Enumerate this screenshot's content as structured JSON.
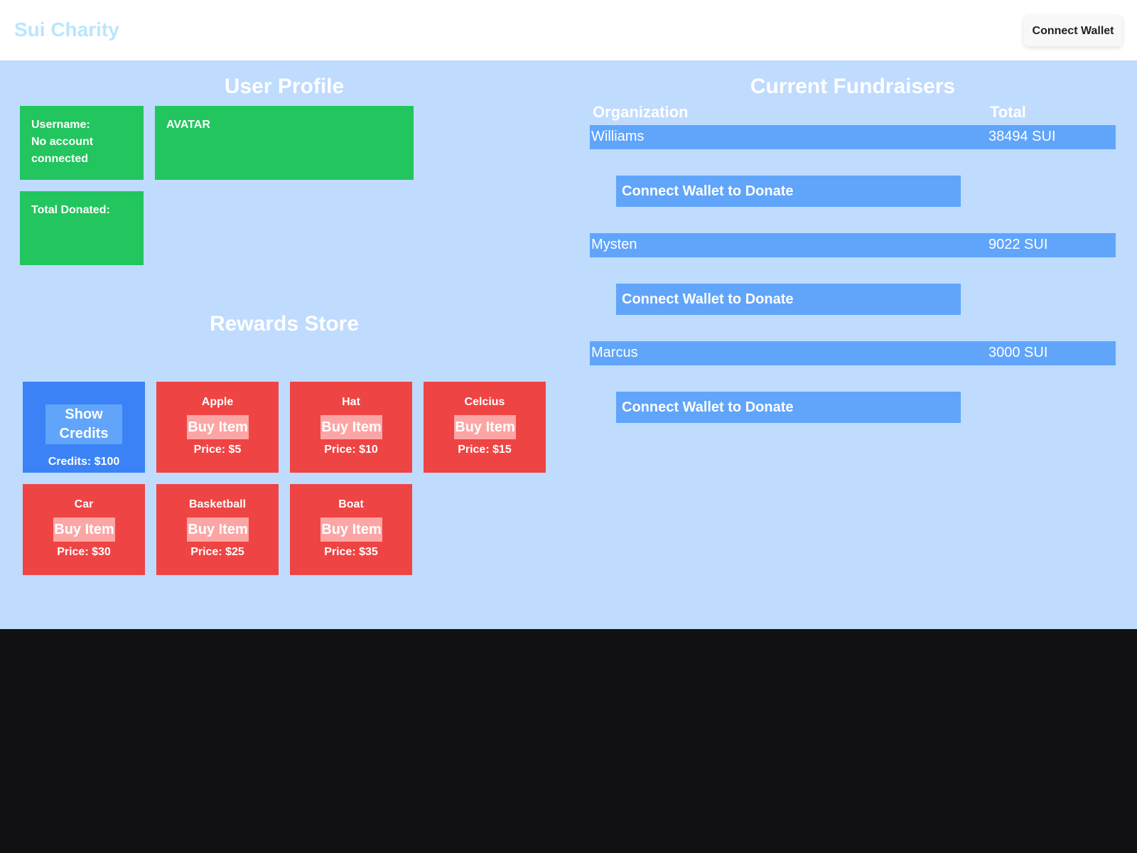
{
  "header": {
    "brand": "Sui Charity",
    "connect_wallet_label": "Connect Wallet"
  },
  "profile": {
    "title": "User Profile",
    "username_label": "Username:",
    "username_value": "No account connected",
    "avatar_label": "AVATAR",
    "total_donated_label": "Total Donated:"
  },
  "store": {
    "title": "Rewards Store",
    "show_credits_label": "Show Credits",
    "credits_text": "Credits: $100",
    "items": [
      {
        "name": "Apple",
        "buy_label": "Buy Item",
        "price": "Price: $5"
      },
      {
        "name": "Hat",
        "buy_label": "Buy Item",
        "price": "Price: $10"
      },
      {
        "name": "Celcius",
        "buy_label": "Buy Item",
        "price": "Price: $15"
      },
      {
        "name": "Car",
        "buy_label": "Buy Item",
        "price": "Price: $30"
      },
      {
        "name": "Basketball",
        "buy_label": "Buy Item",
        "price": "Price: $25"
      },
      {
        "name": "Boat",
        "buy_label": "Buy Item",
        "price": "Price: $35"
      }
    ]
  },
  "fundraisers": {
    "title": "Current Fundraisers",
    "col_org": "Organization",
    "col_total": "Total",
    "rows": [
      {
        "org": "Williams",
        "total": "38494 SUI",
        "donate_label": "Connect Wallet to Donate"
      },
      {
        "org": "Mysten",
        "total": "9022 SUI",
        "donate_label": "Connect Wallet to Donate"
      },
      {
        "org": "Marcus",
        "total": "3000 SUI",
        "donate_label": "Connect Wallet to Donate"
      }
    ]
  },
  "colors": {
    "brand": "#bae6fd",
    "page_bg": "#bfdbfe",
    "profile_box": "#22c55e",
    "store_card": "#ef4444",
    "credits_card": "#3b82f6",
    "row_bg": "#60a5fa",
    "footer_bg": "#111114"
  }
}
